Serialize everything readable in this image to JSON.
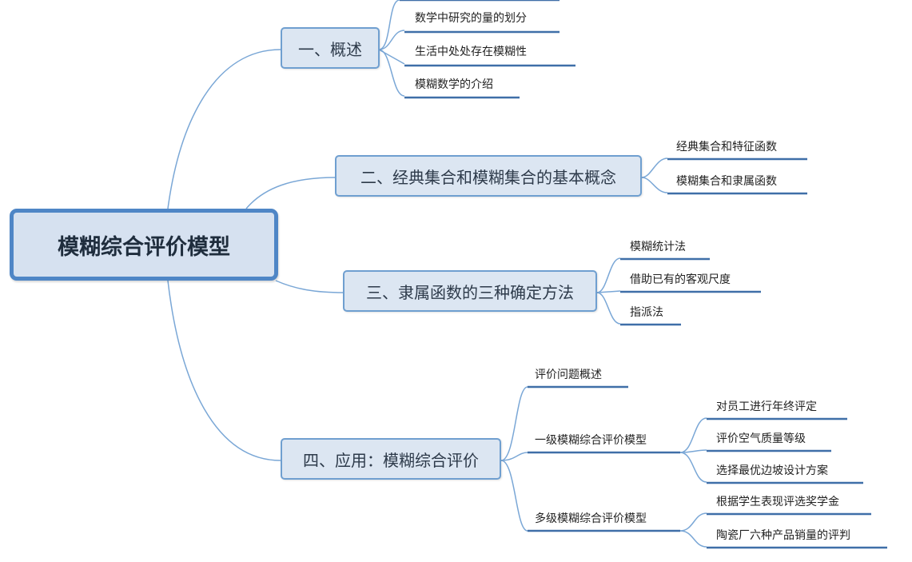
{
  "root": "模糊综合评价模型",
  "branches": [
    {
      "label": "一、概述",
      "children": [
        "数学中研究的量的划分",
        "生活中处处存在模糊性",
        "模糊数学的介绍"
      ]
    },
    {
      "label": "二、经典集合和模糊集合的基本概念",
      "children": [
        "经典集合和特征函数",
        "模糊集合和隶属函数"
      ]
    },
    {
      "label": "三、隶属函数的三种确定方法",
      "children": [
        "模糊统计法",
        "借助已有的客观尺度",
        "指派法"
      ]
    },
    {
      "label": "四、应用：模糊综合评价",
      "children": [
        {
          "label": "评价问题概述"
        },
        {
          "label": "一级模糊综合评价模型",
          "children": [
            "对员工进行年终评定",
            "评价空气质量等级",
            "选择最优边坡设计方案"
          ]
        },
        {
          "label": "多级模糊综合评价模型",
          "children": [
            "根据学生表现评选奖学金",
            "陶瓷厂六种产品销量的评判"
          ]
        }
      ]
    }
  ],
  "colors": {
    "node_fill": "#dce6f2",
    "node_border": "#6f9fd0",
    "root_border": "#4f86c6",
    "connector": "#7aa7d6",
    "underline": "#3f6fa8"
  }
}
